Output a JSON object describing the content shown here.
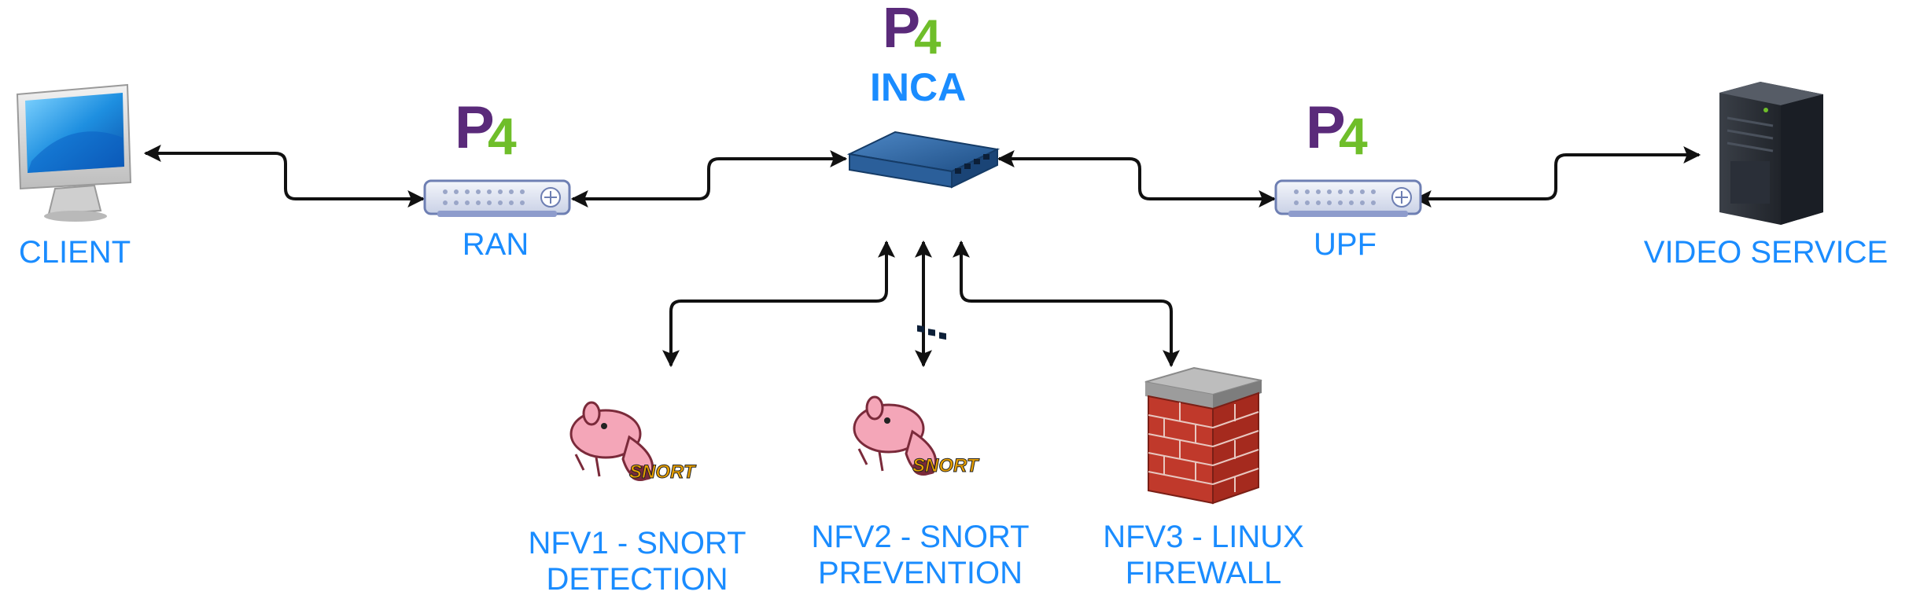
{
  "nodes": {
    "client": {
      "label": "CLIENT"
    },
    "ran": {
      "label": "RAN"
    },
    "inca": {
      "label": "INCA"
    },
    "upf": {
      "label": "UPF"
    },
    "video_service": {
      "label": "VIDEO SERVICE"
    },
    "nfv1": {
      "line1": "NFV1 - SNORT",
      "line2": "DETECTION"
    },
    "nfv2": {
      "line1": "NFV2 - SNORT",
      "line2": "PREVENTION"
    },
    "nfv3": {
      "line1": "NFV3 - LINUX",
      "line2": "FIREWALL"
    }
  },
  "logos": {
    "p4": "P4",
    "snort": "SNORT"
  },
  "icons": [
    "monitor-icon",
    "router-icon",
    "switch-icon",
    "server-tower-icon",
    "pig-icon",
    "brick-wall-icon"
  ],
  "colors": {
    "label": "#1a8cff",
    "p4_purple": "#5a2a7a",
    "p4_green": "#6fbe2a",
    "arrow": "#111111"
  }
}
